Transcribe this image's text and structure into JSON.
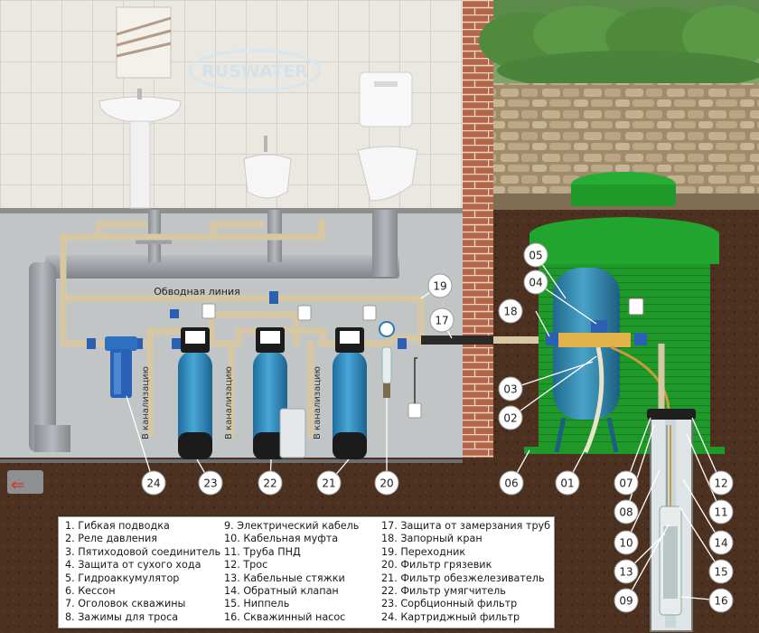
{
  "watermark": "RUSWATER",
  "bypass_label": "Обводная линия",
  "drain_label": "В канализацию",
  "callouts": [
    "24",
    "23",
    "22",
    "21",
    "20",
    "19",
    "17",
    "05",
    "04",
    "18",
    "03",
    "02",
    "06",
    "01",
    "07",
    "08",
    "10",
    "13",
    "09",
    "12",
    "11",
    "14",
    "15",
    "16"
  ],
  "legend": [
    [
      "1. Гибкая подводка",
      "2. Реле давления",
      "3. Пятиходовой соединитель",
      "4. Защита от сухого хода",
      "5. Гидроаккумулятор",
      "6. Кессон",
      "7. Оголовок скважины",
      "8. Зажимы для троса"
    ],
    [
      "9. Электрический кабель",
      "10. Кабельная муфта",
      "11. Труба ПНД",
      "12. Трос",
      "13. Кабельные стяжки",
      "14. Обратный клапан",
      "15. Ниппель",
      "16. Скважинный насос"
    ],
    [
      "17. Защита от замерзания труб",
      "18. Запорный кран",
      "19. Переходник",
      "20. Фильтр грязевик",
      "21. Фильтр обезжелезиватель",
      "22. Фильтр умягчитель",
      "23. Сорбционный фильтр",
      "24. Картриджный фильтр"
    ]
  ],
  "colors": {
    "pipe": "#d9c9a8",
    "sewer": "#a9adb1",
    "soil": "#4a2f1e",
    "caisson": "#1f9a2a",
    "tank": "#2d7fa6",
    "filter": "#2b86bd",
    "brick": "#b86b4e",
    "tile": "#e9e6df",
    "label_bg": "#ffffff"
  }
}
